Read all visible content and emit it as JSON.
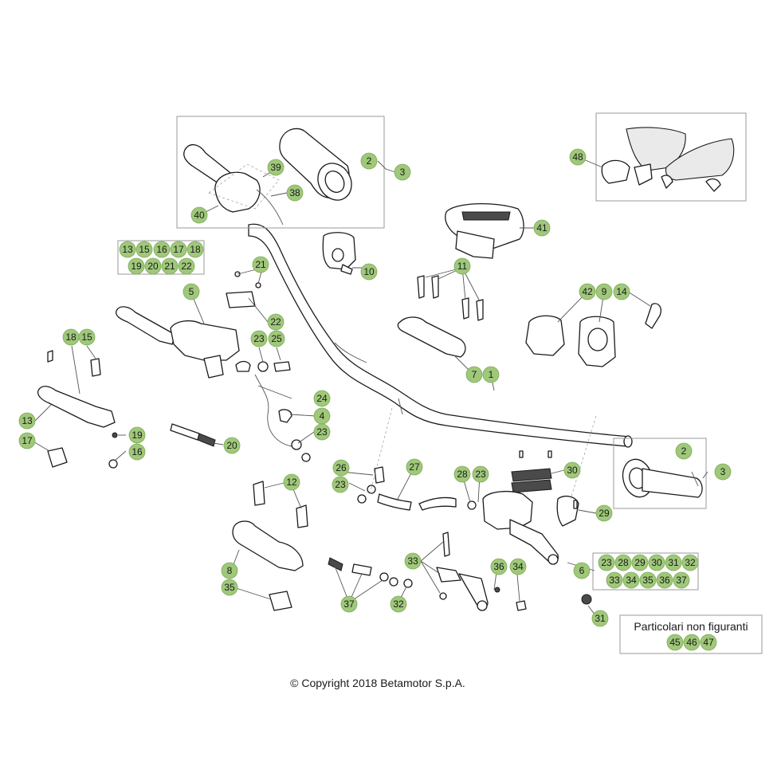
{
  "copyright": "© Copyright 2018 Betamotor S.p.A.",
  "note": {
    "title": "Particolari non figuranti",
    "refs": [
      "45",
      "46",
      "47"
    ]
  },
  "callouts": {
    "c1": "1",
    "c2a": "2",
    "c2b": "2",
    "c3a": "3",
    "c3b": "3",
    "c4": "4",
    "c5": "5",
    "c6": "6",
    "c7": "7",
    "c8": "8",
    "c9": "9",
    "c10": "10",
    "c11": "11",
    "c12": "12",
    "c13": "13",
    "c14": "14",
    "c15": "15",
    "c16": "16",
    "c17": "17",
    "c18": "18",
    "c19": "19",
    "c20": "20",
    "c21": "21",
    "c22": "22",
    "c23a": "23",
    "c23b": "23",
    "c23c": "23",
    "c23d": "23",
    "c24": "24",
    "c25": "25",
    "c26": "26",
    "c27": "27",
    "c28": "28",
    "c29": "29",
    "c30": "30",
    "c31": "31",
    "c32": "32",
    "c33": "33",
    "c34": "34",
    "c35": "35",
    "c36": "36",
    "c37": "37",
    "c38": "38",
    "c39": "39",
    "c40": "40",
    "c41": "41",
    "c42": "42",
    "c48": "48"
  },
  "group5": [
    "13",
    "15",
    "16",
    "17",
    "18",
    "19",
    "20",
    "21",
    "22"
  ],
  "group6": [
    "23",
    "28",
    "29",
    "30",
    "31",
    "32",
    "33",
    "34",
    "35",
    "36",
    "37"
  ]
}
